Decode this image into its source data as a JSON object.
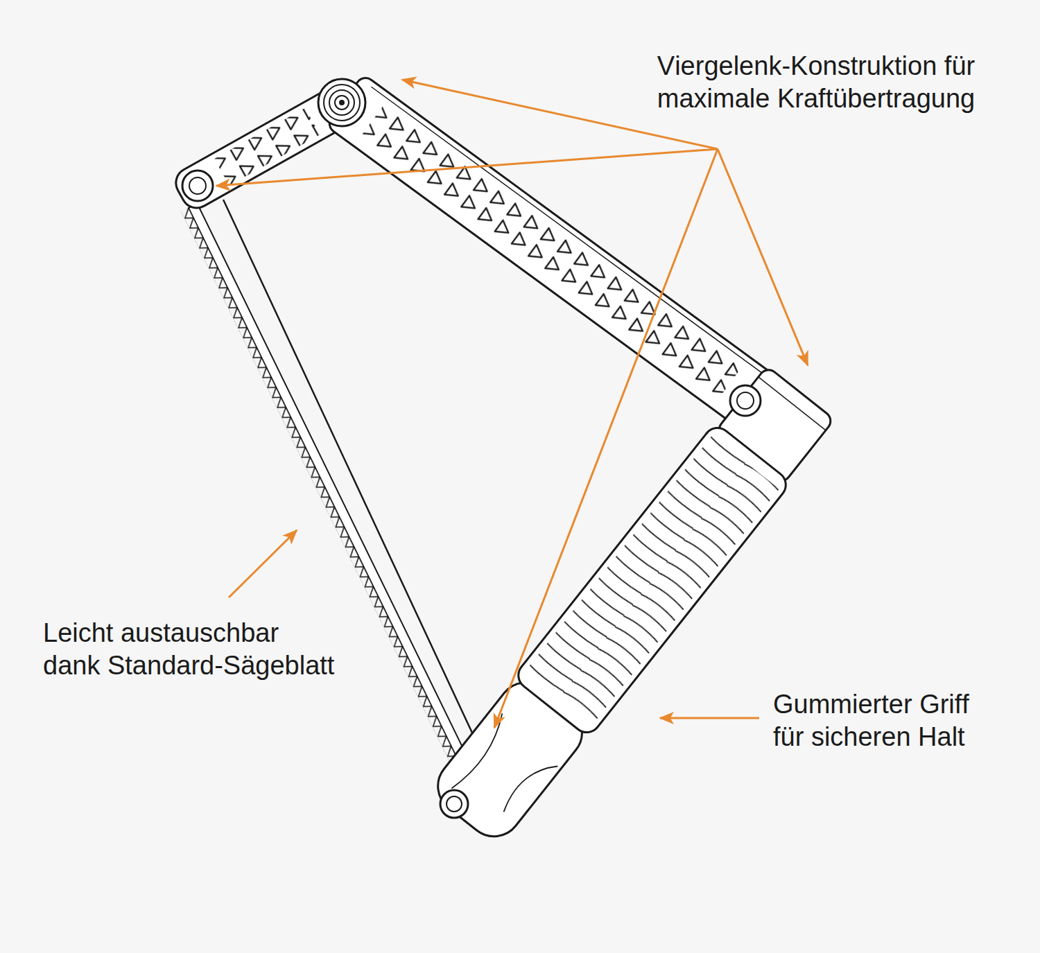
{
  "diagram": {
    "labels": [
      "Viergelenk-Konstruktion für maximale Kraftübertragung",
      "Leicht austauschbar dank Standard-Sägeblatt",
      "Gummierter Griff für sicheren Halt"
    ]
  }
}
